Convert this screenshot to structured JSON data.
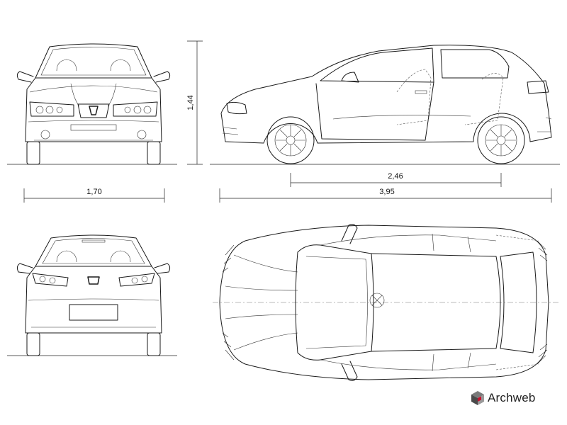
{
  "dimensions": {
    "height": "1,44",
    "width": "1,70",
    "wheelbase": "2,46",
    "length": "3,95"
  },
  "logo": {
    "text_arch": "Arch",
    "text_web": "web",
    "icon": "cube-logo-icon",
    "colors": {
      "cube_dark": "#4a4a4a",
      "cube_light": "#9a9a9a",
      "accent": "#c8102e"
    }
  }
}
